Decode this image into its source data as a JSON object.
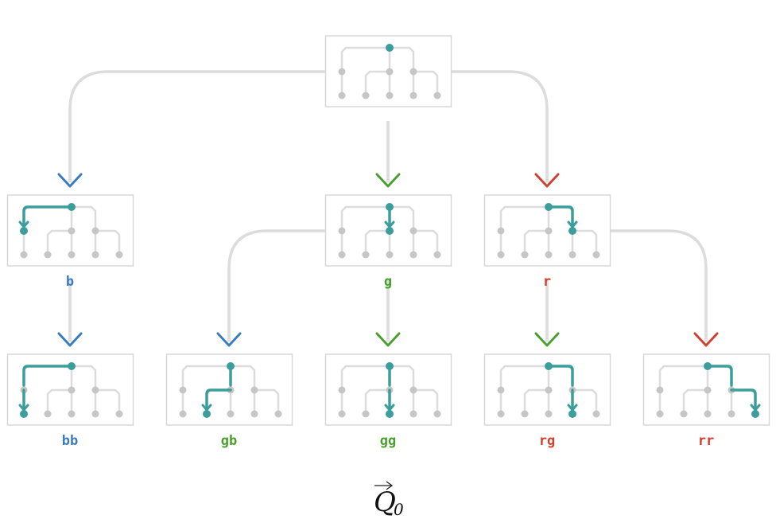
{
  "colors": {
    "b": "#3a7dc0",
    "g": "#4aa02e",
    "r": "#d2402f",
    "teal": "#3c9e9c",
    "grey_edge": "#dcdcdc",
    "grey_dot": "#c6c6c6",
    "box_border": "#d8d8d8"
  },
  "caption": {
    "symbol": "Q",
    "subscript": "0"
  },
  "nodes": [
    {
      "id": "root",
      "label": "",
      "path": []
    },
    {
      "id": "b",
      "label": "b",
      "path": [
        "b"
      ]
    },
    {
      "id": "g",
      "label": "g",
      "path": [
        "g"
      ]
    },
    {
      "id": "r",
      "label": "r",
      "path": [
        "r"
      ]
    },
    {
      "id": "bb",
      "label": "bb",
      "path": [
        "b",
        "b"
      ]
    },
    {
      "id": "gb",
      "label": "gb",
      "path": [
        "g",
        "b"
      ]
    },
    {
      "id": "gg",
      "label": "gg",
      "path": [
        "g",
        "g"
      ]
    },
    {
      "id": "rg",
      "label": "rg",
      "path": [
        "r",
        "g"
      ]
    },
    {
      "id": "rr",
      "label": "rr",
      "path": [
        "r",
        "r"
      ]
    }
  ],
  "edges": [
    {
      "from": "root",
      "to": "b",
      "color": "b"
    },
    {
      "from": "root",
      "to": "g",
      "color": "g"
    },
    {
      "from": "root",
      "to": "r",
      "color": "r"
    },
    {
      "from": "b",
      "to": "bb",
      "color": "b"
    },
    {
      "from": "g",
      "to": "gb",
      "color": "b"
    },
    {
      "from": "g",
      "to": "gg",
      "color": "g"
    },
    {
      "from": "r",
      "to": "rg",
      "color": "g"
    },
    {
      "from": "r",
      "to": "rr",
      "color": "r"
    }
  ]
}
